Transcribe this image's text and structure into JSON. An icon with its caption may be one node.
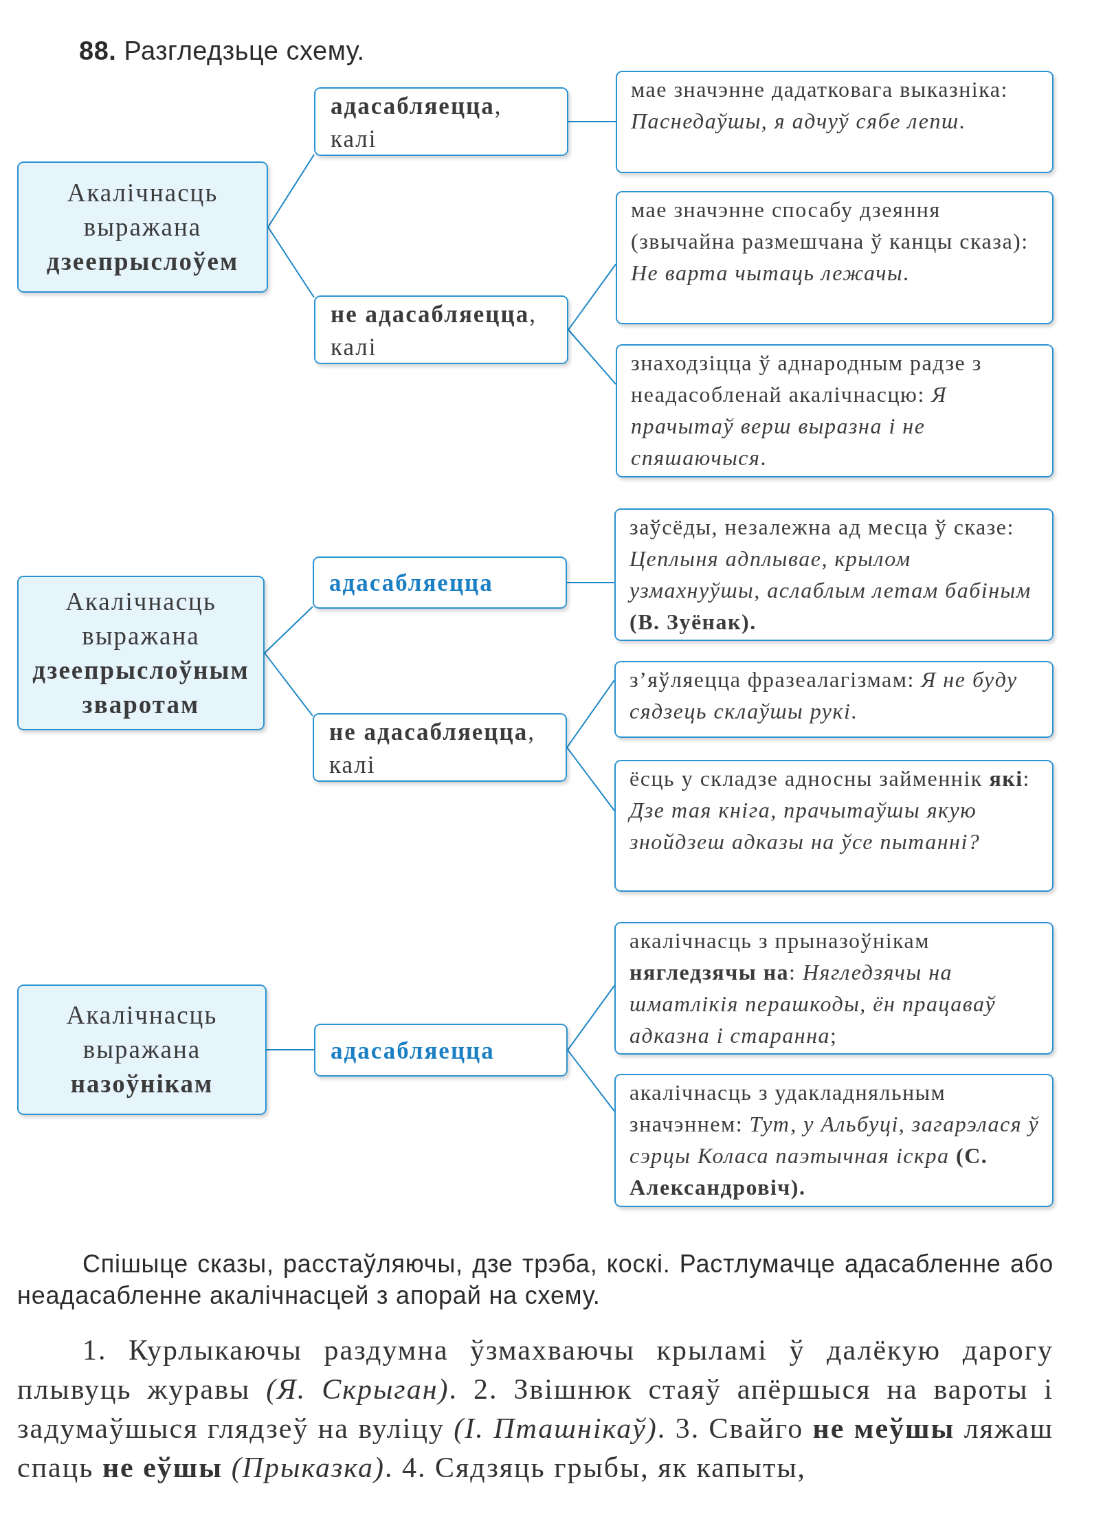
{
  "diagram": {
    "title": "**88.** Разгледзьце схему.",
    "nodes": [
      {
        "text": [
          "Акалічнасць выражана **дзеепрыслоўем**"
        ]
      },
      {
        "text": [
          "**адасабляецца**, калі"
        ]
      },
      {
        "text": [
          "мае значэнне дадатковага выказніка: *Паснедаўшы, я адчуў сябе лепш*."
        ]
      },
      {
        "text": [
          "**не адасабляецца**, калі"
        ]
      },
      {
        "text": [
          "мае значэнне спосабу дзеяння (звычайна размешчана ў канцы сказа): *Не варта чытаць лежачы*."
        ]
      },
      {
        "text": [
          "знаходзіцца ў аднародным радзе з неадасобленай акалічнасцю: *Я прачытаў верш выразна і не спяшаючыся*."
        ]
      },
      {
        "text": [
          "Акалічнасць выражана **дзеепрыслоўным зваротам**"
        ]
      },
      {
        "text": [
          "адасабляецца"
        ]
      },
      {
        "text": [
          "заўсёды, незалежна ад месца ў сказе: *Цеплыня адплывае, крылом узмахнуўшы, аслаблым летам бабіным* **(В. Зуёнак).**"
        ]
      },
      {
        "text": [
          "**не адасабляецца**, калі"
        ]
      },
      {
        "text": [
          "з’яўляецца фразеалагізмам: *Я не буду сядзець склаўшы рукі*."
        ]
      },
      {
        "text": [
          "ёсць у складзе адносны займеннік **які**: *Дзе тая кніга, прачытаўшы якую знойдзеш адказы на ўсе пытанні?*"
        ]
      },
      {
        "text": [
          "Акалічнасць выражана **назоўнікам**"
        ]
      },
      {
        "text": [
          "адасабляецца"
        ]
      },
      {
        "text": [
          "акалічнасць з прыназоўнікам **нягледзячы на**: *Нягледзячы на шматлікія перашкоды, ён працаваў адказна і старанна*;"
        ]
      },
      {
        "text": [
          "акалічнасць з удакладняльным значэннем: *Тут, у Альбуці, загарэлася ў сэрцы Коласа паэтычная іскра* **(С. Александровіч).**"
        ]
      }
    ],
    "edges": [
      {
        "from": 0,
        "to": 1,
        "arrow": "none"
      },
      {
        "from": 0,
        "to": 3,
        "arrow": "none"
      },
      {
        "from": 1,
        "to": 2,
        "arrow": "none"
      },
      {
        "from": 3,
        "to": 4,
        "arrow": "none"
      },
      {
        "from": 3,
        "to": 5,
        "arrow": "none"
      },
      {
        "from": 6,
        "to": 7,
        "arrow": "none"
      },
      {
        "from": 6,
        "to": 9,
        "arrow": "none"
      },
      {
        "from": 7,
        "to": 8,
        "arrow": "none"
      },
      {
        "from": 9,
        "to": 10,
        "arrow": "none"
      },
      {
        "from": 9,
        "to": 11,
        "arrow": "none"
      },
      {
        "from": 12,
        "to": 13,
        "arrow": "none"
      },
      {
        "from": 13,
        "to": 14,
        "arrow": "none"
      },
      {
        "from": 13,
        "to": 15,
        "arrow": "none"
      }
    ],
    "labels": [
      "Спішыце сказы, расстаўляючы, дзе трэба, коскі. Растлумачце адасабленне або неадасабленне акалічнасцей з апорай на схему.",
      "1. Курлыкаючы раздумна ўзмахваючы крыламі ў далёкую дарогу плывуць журавы *(Я. Скрыган)*. 2. Звішнюк стаяў апёршыся на вароты і задумаўшыся глядзеў на вуліцу *(І. Пташнікаў)*. 3. Свайго **не меўшы** ляжаш спаць **не еўшы** *(Прыказка)*. 4. Сядзяць грыбы, як капыты,"
    ]
  }
}
